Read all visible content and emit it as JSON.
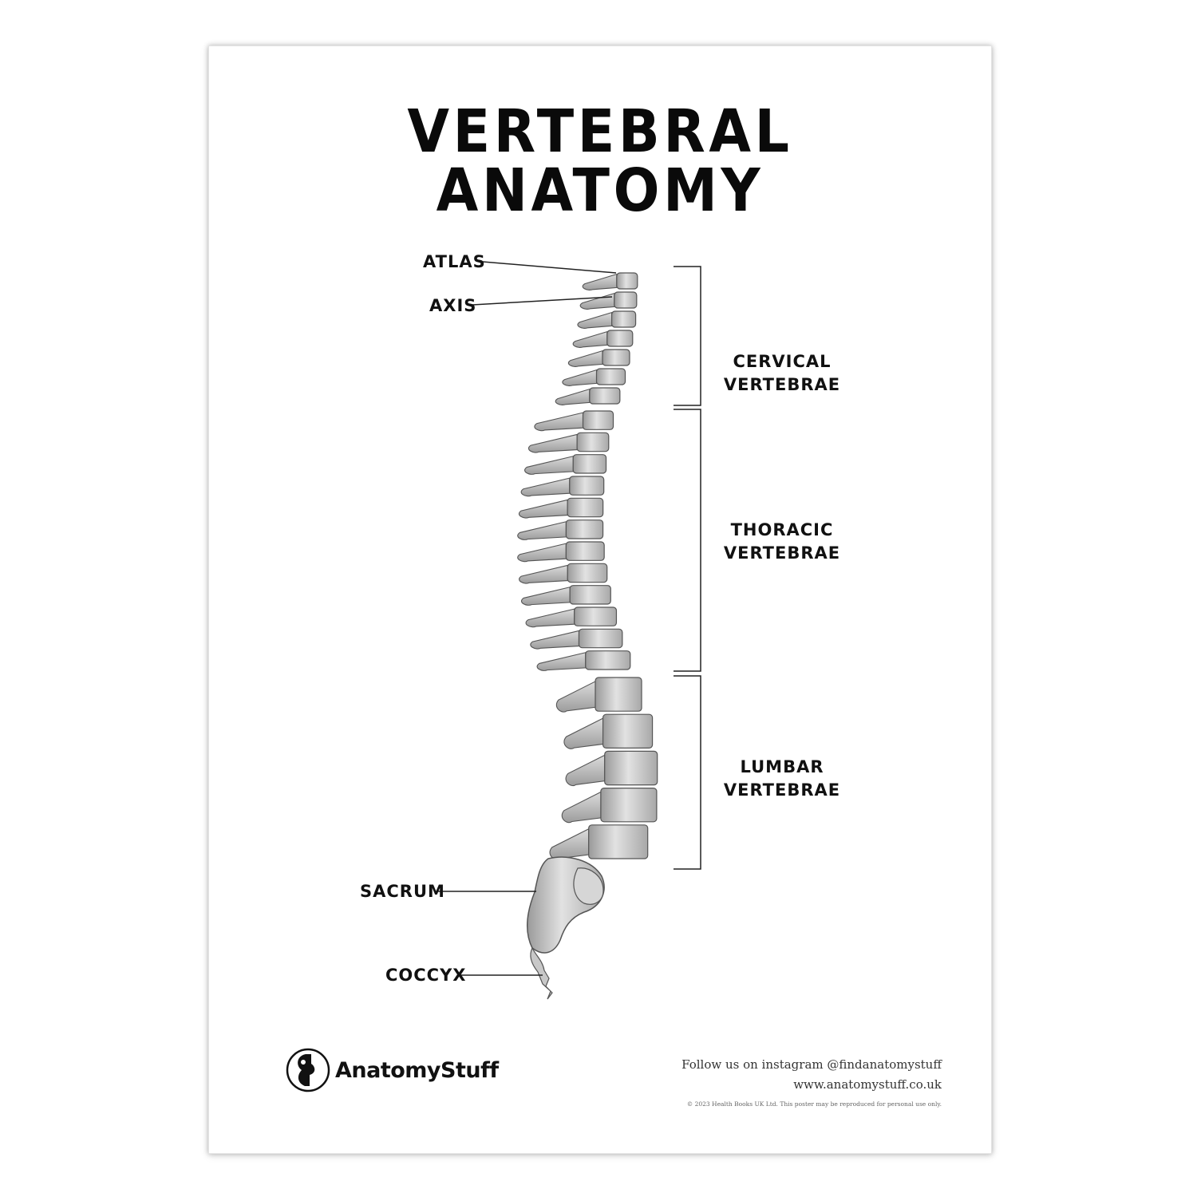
{
  "title": "VERTEBRAL ANATOMY",
  "labels": {
    "atlas": "ATLAS",
    "axis": "AXIS",
    "sacrum": "SACRUM",
    "coccyx": "COCCYX"
  },
  "regions": [
    {
      "line1": "CERVICAL",
      "line2": "VERTEBRAE"
    },
    {
      "line1": "THORACIC",
      "line2": "VERTEBRAE"
    },
    {
      "line1": "LUMBAR",
      "line2": "VERTEBRAE"
    }
  ],
  "brand": {
    "name": "AnatomyStuff",
    "logo_icon": "anatomystuff-logo-icon"
  },
  "footer": {
    "instagram": "Follow us on instagram @findanatomystuff",
    "website": "www.anatomystuff.co.uk",
    "copyright": "© 2023 Health Books UK Ltd. This poster may be reproduced for personal use only."
  },
  "colors": {
    "ink": "#111111",
    "bone": "#cfcfcf",
    "bone_shadow": "#8a8a8a"
  }
}
